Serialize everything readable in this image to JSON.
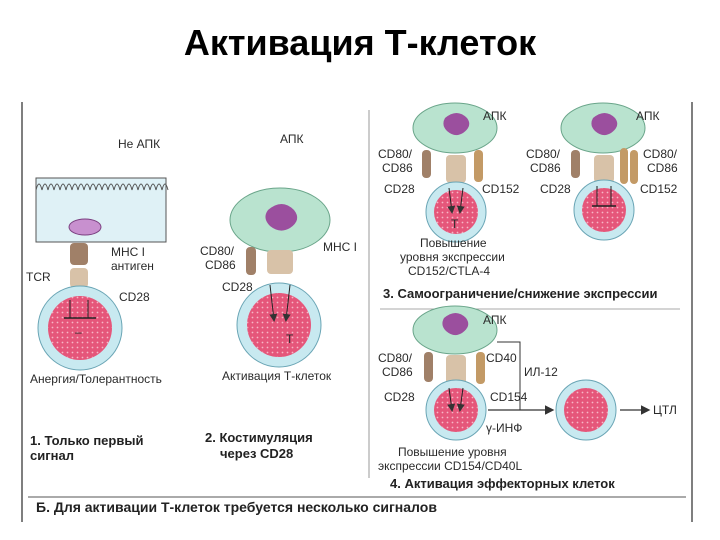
{
  "title": "Активация Т-клеток",
  "panel1": {
    "not_apc": "Не АПК",
    "mhc": "MHC I",
    "antigen": "антиген",
    "tcr": "TCR",
    "cd28": "CD28",
    "minus": "–",
    "outcome": "Анергия/Толерантность",
    "caption_line1": "1. Только первый",
    "caption_line2": "сигнал"
  },
  "panel2": {
    "apc": "АПК",
    "cd80": "CD80/",
    "cd86": "CD86",
    "mhc": "MHC I",
    "cd28": "CD28",
    "t": "Т",
    "outcome": "Активация Т-клеток",
    "caption_line1": "2. Костимуляция",
    "caption_line2": "через CD28"
  },
  "panel3": {
    "apc_left": "АПК",
    "apc_right": "АПК",
    "cd80_left": "CD80/",
    "cd86_left": "CD86",
    "cd80_right": "CD80/",
    "cd86_right": "CD86",
    "cd28_left": "CD28",
    "cd152_left": "CD152",
    "cd28_right": "CD28",
    "cd152_right": "CD152",
    "t": "Т",
    "note_line1": "Повышение",
    "note_line2": "уровня экспрессии",
    "note_line3": "CD152/CTLA-4",
    "caption": "3. Самоограничение/снижение экспрессии"
  },
  "panel4": {
    "apc": "АПК",
    "cd80": "CD80/",
    "cd86": "CD86",
    "cd40": "CD40",
    "il12": "ИЛ-12",
    "cd28": "CD28",
    "cd154": "CD154",
    "ifn": "γ-ИНФ",
    "ctl": "ЦТЛ",
    "note_line1": "Повышение уровня",
    "note_line2": "экспрессии CD154/CD40L",
    "caption": "4. Активация эффекторных клеток"
  },
  "footer": "Б. Для активации Т-клеток требуется несколько сигналов",
  "colors": {
    "apc_fill": "#b9e3cf",
    "nucleus": "#9b4f9e",
    "t_cell_outer": "#c8e9f0",
    "t_cell_inner": "#e5567a",
    "receptor": "#a08068",
    "frame": "#333333"
  }
}
